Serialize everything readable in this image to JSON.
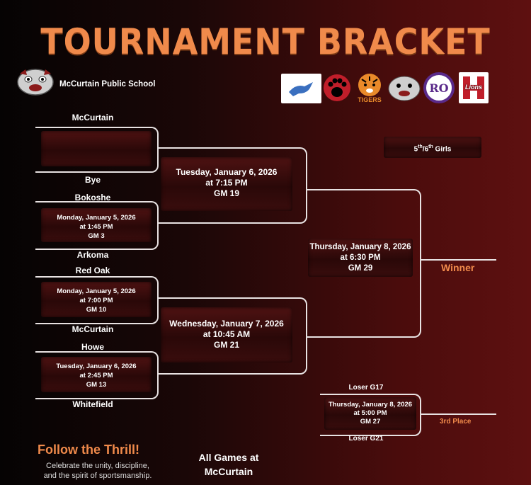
{
  "header": {
    "title": "TOURNAMENT BRACKET",
    "school": "McCurtain Public School"
  },
  "division": {
    "base": "5",
    "sup1": "th",
    "sep": "/6",
    "sup2": "th",
    "rest": " Girls"
  },
  "logos": [
    {
      "name": "mustang-logo",
      "text": ""
    },
    {
      "name": "paw-logo",
      "text": ""
    },
    {
      "name": "tigers-logo",
      "text": "TIGERS"
    },
    {
      "name": "bulldog-logo",
      "text": ""
    },
    {
      "name": "ro-logo",
      "text": "RO"
    },
    {
      "name": "lions-logo",
      "text": "Lions"
    }
  ],
  "round1": [
    {
      "top": "McCurtain",
      "bottom": "Bye",
      "date": "",
      "time": "",
      "game": ""
    },
    {
      "top": "Bokoshe",
      "bottom": "Arkoma",
      "date": "Monday, January 5, 2026",
      "time": "at 1:45 PM",
      "game": "GM 3"
    },
    {
      "top": "Red Oak",
      "bottom": "McCurtain",
      "date": "Monday, January 5, 2026",
      "time": "at 7:00 PM",
      "game": "GM 10"
    },
    {
      "top": "Howe",
      "bottom": "Whitefield",
      "date": "Tuesday, January 6, 2026",
      "time": "at 2:45 PM",
      "game": "GM 13"
    }
  ],
  "round2": [
    {
      "date": "Tuesday, January 6, 2026",
      "time": "at  7:15 PM",
      "game": "GM  19"
    },
    {
      "date": "Wednesday, January 7, 2026",
      "time": "at 10:45 AM",
      "game": "GM 21"
    }
  ],
  "final": {
    "date": "Thursday, January 8, 2026",
    "time": "at 6:30 PM",
    "game": "GM 29",
    "winner": "Winner"
  },
  "third": {
    "top": "Loser G17",
    "bottom": "Loser G21",
    "date": "Thursday, January 8, 2026",
    "time": "at 5:00 PM",
    "game": "GM 27",
    "label": "3rd Place"
  },
  "footer": {
    "title": "Follow the Thrill!",
    "sub1": "Celebrate the unity, discipline,",
    "sub2": "and the spirit of sportsmanship.",
    "venue1": "All Games at",
    "venue2": "McCurtain"
  },
  "colors": {
    "accent": "#f08a4b",
    "line": "#e8e2e2"
  }
}
